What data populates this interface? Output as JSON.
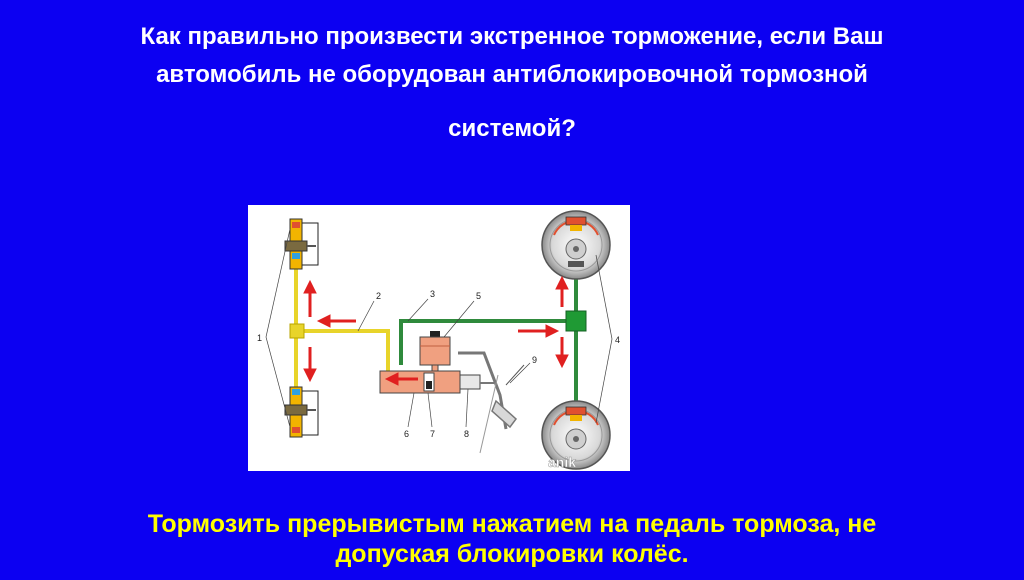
{
  "slide": {
    "title_line1": "Как правильно произвести экстренное торможение, если Ваш",
    "title_line2": "автомобиль не оборудован антиблокировочной тормозной",
    "title_line3": "системой?",
    "answer_line1": "Тормозить прерывистым нажатием на педаль тормоза, не",
    "answer_line2": "допуская блокировки колёс."
  },
  "diagram": {
    "callouts": [
      "1",
      "2",
      "3",
      "4",
      "5",
      "6",
      "7",
      "8",
      "9"
    ],
    "watermark": "anik",
    "colors": {
      "front_circuit": "#e8d42a",
      "rear_circuit": "#2f8a3c",
      "arrows": "#e02020",
      "master_cylinder": "#f0a080"
    }
  }
}
